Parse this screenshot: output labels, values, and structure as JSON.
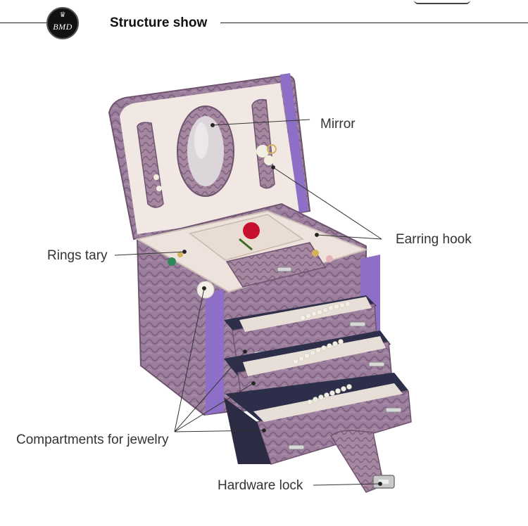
{
  "header": {
    "title": "Structure show",
    "logo_text": "BMD"
  },
  "labels": {
    "mirror": "Mirror",
    "earring_hook": "Earring hook",
    "rings_tray": "Rings tary",
    "compartments": "Compartments for jewelry",
    "hardware_lock": "Hardware lock"
  },
  "colors": {
    "leather": "#9a7a9b",
    "leather_dark": "#6f5470",
    "accent_strip": "#8e6fc8",
    "lining": "#efe5e0",
    "drawer_inside": "#2d2f4a",
    "rose": "#c8102e"
  }
}
